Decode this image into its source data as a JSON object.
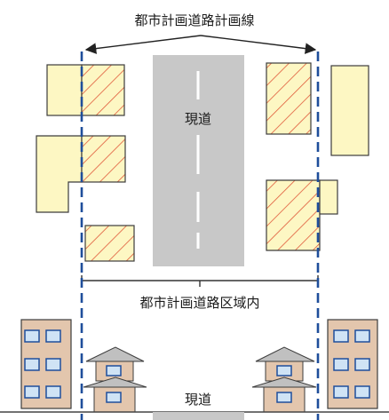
{
  "labels": {
    "planning_line": "都市計画道路計画線",
    "existing_road_top": "現道",
    "planning_area": "都市計画道路区域内",
    "existing_road_bottom": "現道"
  },
  "colors": {
    "building_fill": "#fdf7c3",
    "building_stroke": "#3c3c3c",
    "hatch_stroke": "#e05a3a",
    "road_fill": "#c8c8c8",
    "road_marking": "#ffffff",
    "boundary_dash": "#1f4e9b",
    "house_wall": "#e3c6ad",
    "house_roof": "#c0c0c0",
    "window_fill": "#cfe3f5",
    "window_frame": "#1f4e9b"
  },
  "legend_icons": {
    "arrow": "double-headed-arrow-icon",
    "bracket": "bracket-icon"
  }
}
